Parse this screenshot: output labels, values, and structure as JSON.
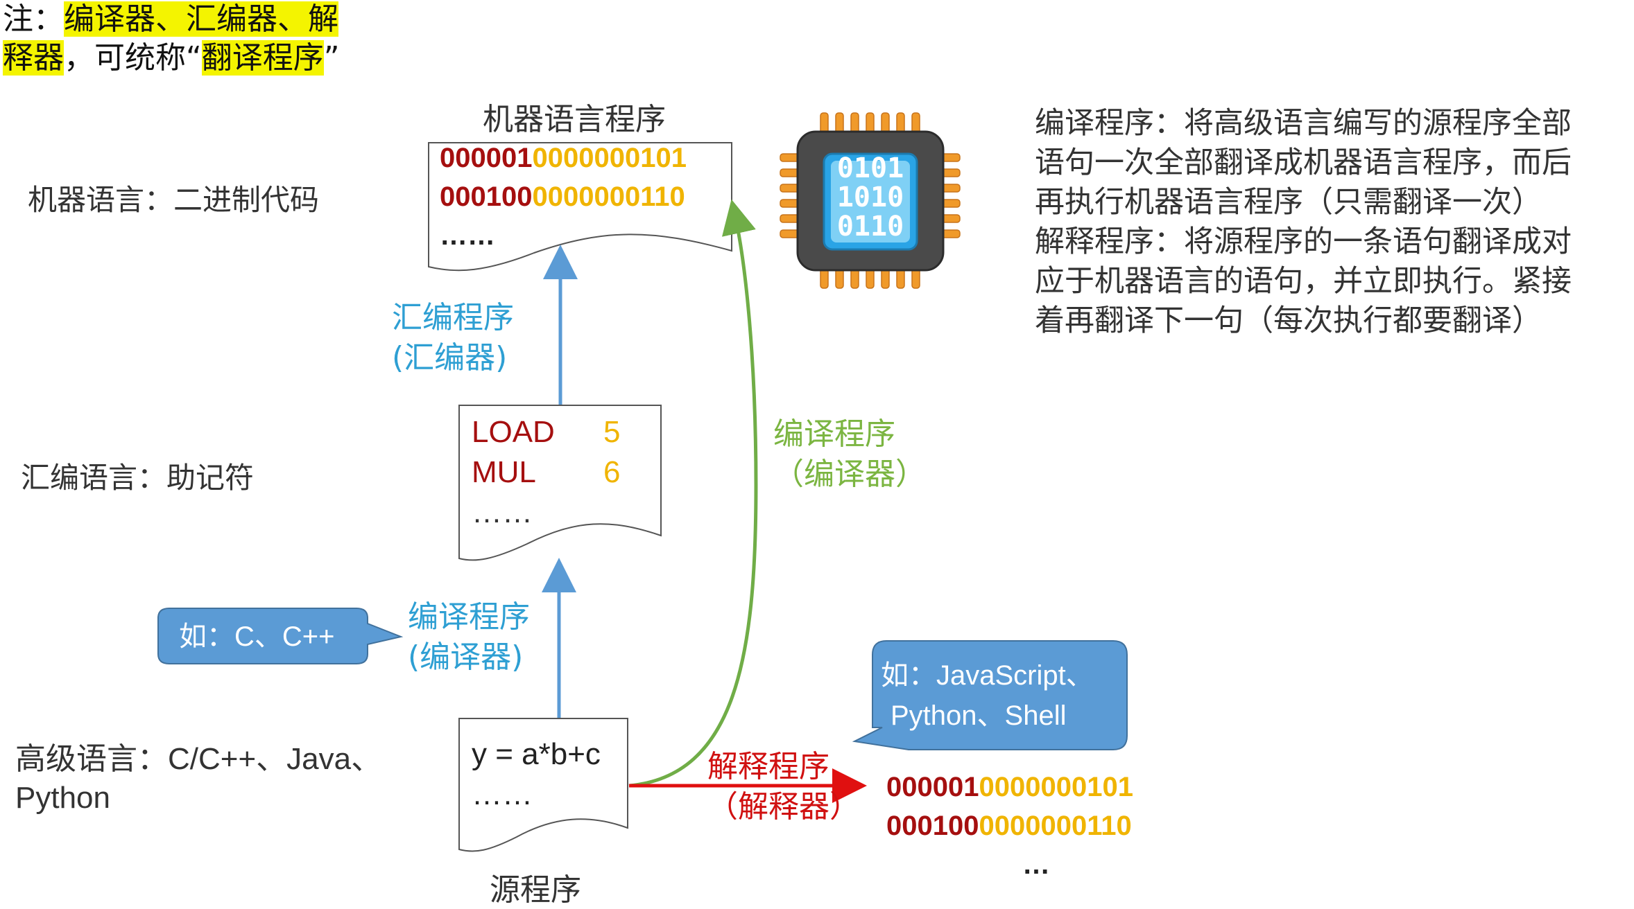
{
  "note": {
    "prefix": "注：",
    "hl1": "编译器、汇编器、解",
    "hl2": "释器",
    "mid": "，可统称“",
    "hl3": "翻译程序",
    "suffix": "”"
  },
  "levels": {
    "machine": "机器语言：二进制代码",
    "assembly": "汇编语言：助记符",
    "high_line1": "高级语言：C/C++、Java、",
    "high_line2": "Python"
  },
  "machine_doc": {
    "title": "机器语言程序",
    "rows": [
      {
        "red": "000001",
        "yellow": "0000000101"
      },
      {
        "red": "000100",
        "yellow": "0000000110"
      }
    ],
    "more": "……"
  },
  "asm_doc": {
    "rows": [
      {
        "op": "LOAD",
        "num": "5"
      },
      {
        "op": "MUL",
        "num": "6"
      }
    ],
    "more": "……"
  },
  "source_doc": {
    "code": "y = a*b+c",
    "more": "……",
    "title": "源程序"
  },
  "labels": {
    "assembler_l1": "汇编程序",
    "assembler_l2": "(汇编器)",
    "compiler_l1": "编译程序",
    "compiler_l2": "(编译器)",
    "compiler_green_l1": "编译程序",
    "compiler_green_l2": "（编译器）",
    "interpreter_l1": "解释程序",
    "interpreter_l2": "（解释器）"
  },
  "callouts": {
    "c_cpp": "如：C、C++",
    "script_l1": "如：JavaScript、",
    "script_l2": "Python、Shell"
  },
  "interp_output": {
    "rows": [
      {
        "red": "000001",
        "yellow": "0000000101"
      },
      {
        "red": "000100",
        "yellow": "0000000110"
      }
    ],
    "more": "…"
  },
  "chip": {
    "lines": [
      "0101",
      "1010",
      "0110"
    ]
  },
  "definitions": [
    "编译程序：将高级语言编写的源程序全部",
    "语句一次全部翻译成机器语言程序，而后",
    "再执行机器语言程序（只需翻译一次）",
    "解释程序：将源程序的一条语句翻译成对",
    "应于机器语言的语句，并立即执行。紧接",
    "着再翻译下一句（每次执行都要翻译）"
  ],
  "colors": {
    "blue_arrow": "#5b9bd5",
    "green_arrow": "#70ad47",
    "red_arrow": "#e01010",
    "callout": "#5b9bd5",
    "highlight": "#f4f400"
  }
}
